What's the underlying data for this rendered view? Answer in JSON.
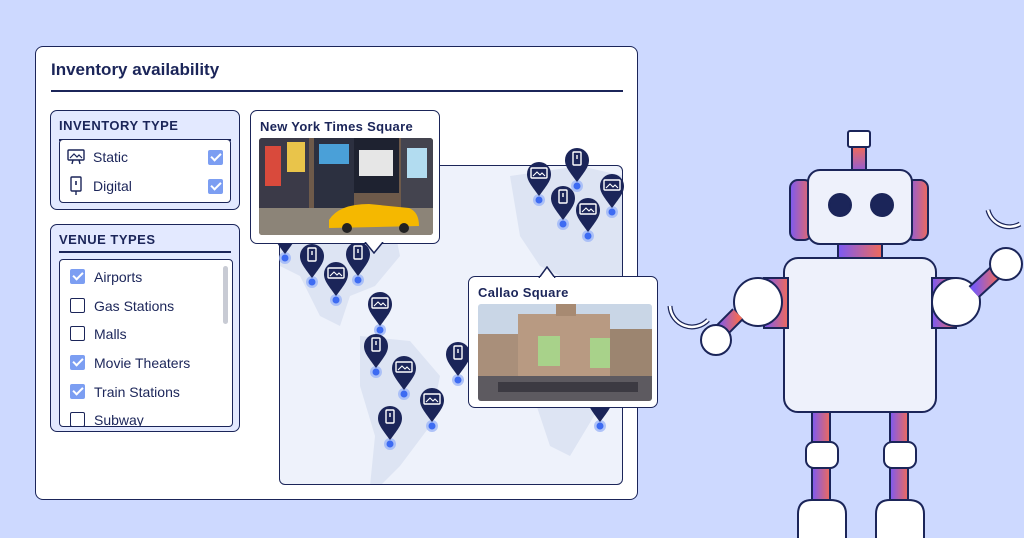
{
  "card": {
    "title": "Inventory availability"
  },
  "inventory_type": {
    "heading": "INVENTORY TYPE",
    "items": [
      {
        "label": "Static",
        "checked": true,
        "icon": "billboard-icon"
      },
      {
        "label": "Digital",
        "checked": true,
        "icon": "digital-screen-icon"
      }
    ]
  },
  "venue_types": {
    "heading": "VENUE TYPES",
    "items": [
      {
        "label": "Airports",
        "checked": true
      },
      {
        "label": "Gas Stations",
        "checked": false
      },
      {
        "label": "Malls",
        "checked": false
      },
      {
        "label": "Movie Theaters",
        "checked": true
      },
      {
        "label": "Train Stations",
        "checked": true
      },
      {
        "label": "Subway",
        "checked": false
      }
    ]
  },
  "popups": {
    "nyc": {
      "title": "New York Times Square"
    },
    "callao": {
      "title": "Callao Square"
    }
  },
  "colors": {
    "background": "#cdd9ff",
    "navy": "#1b2559",
    "accent": "#7c9ef2",
    "pin_dot": "#3d6bf2",
    "robot_purple": "#7a5af5",
    "robot_orange": "#f06a5a"
  }
}
